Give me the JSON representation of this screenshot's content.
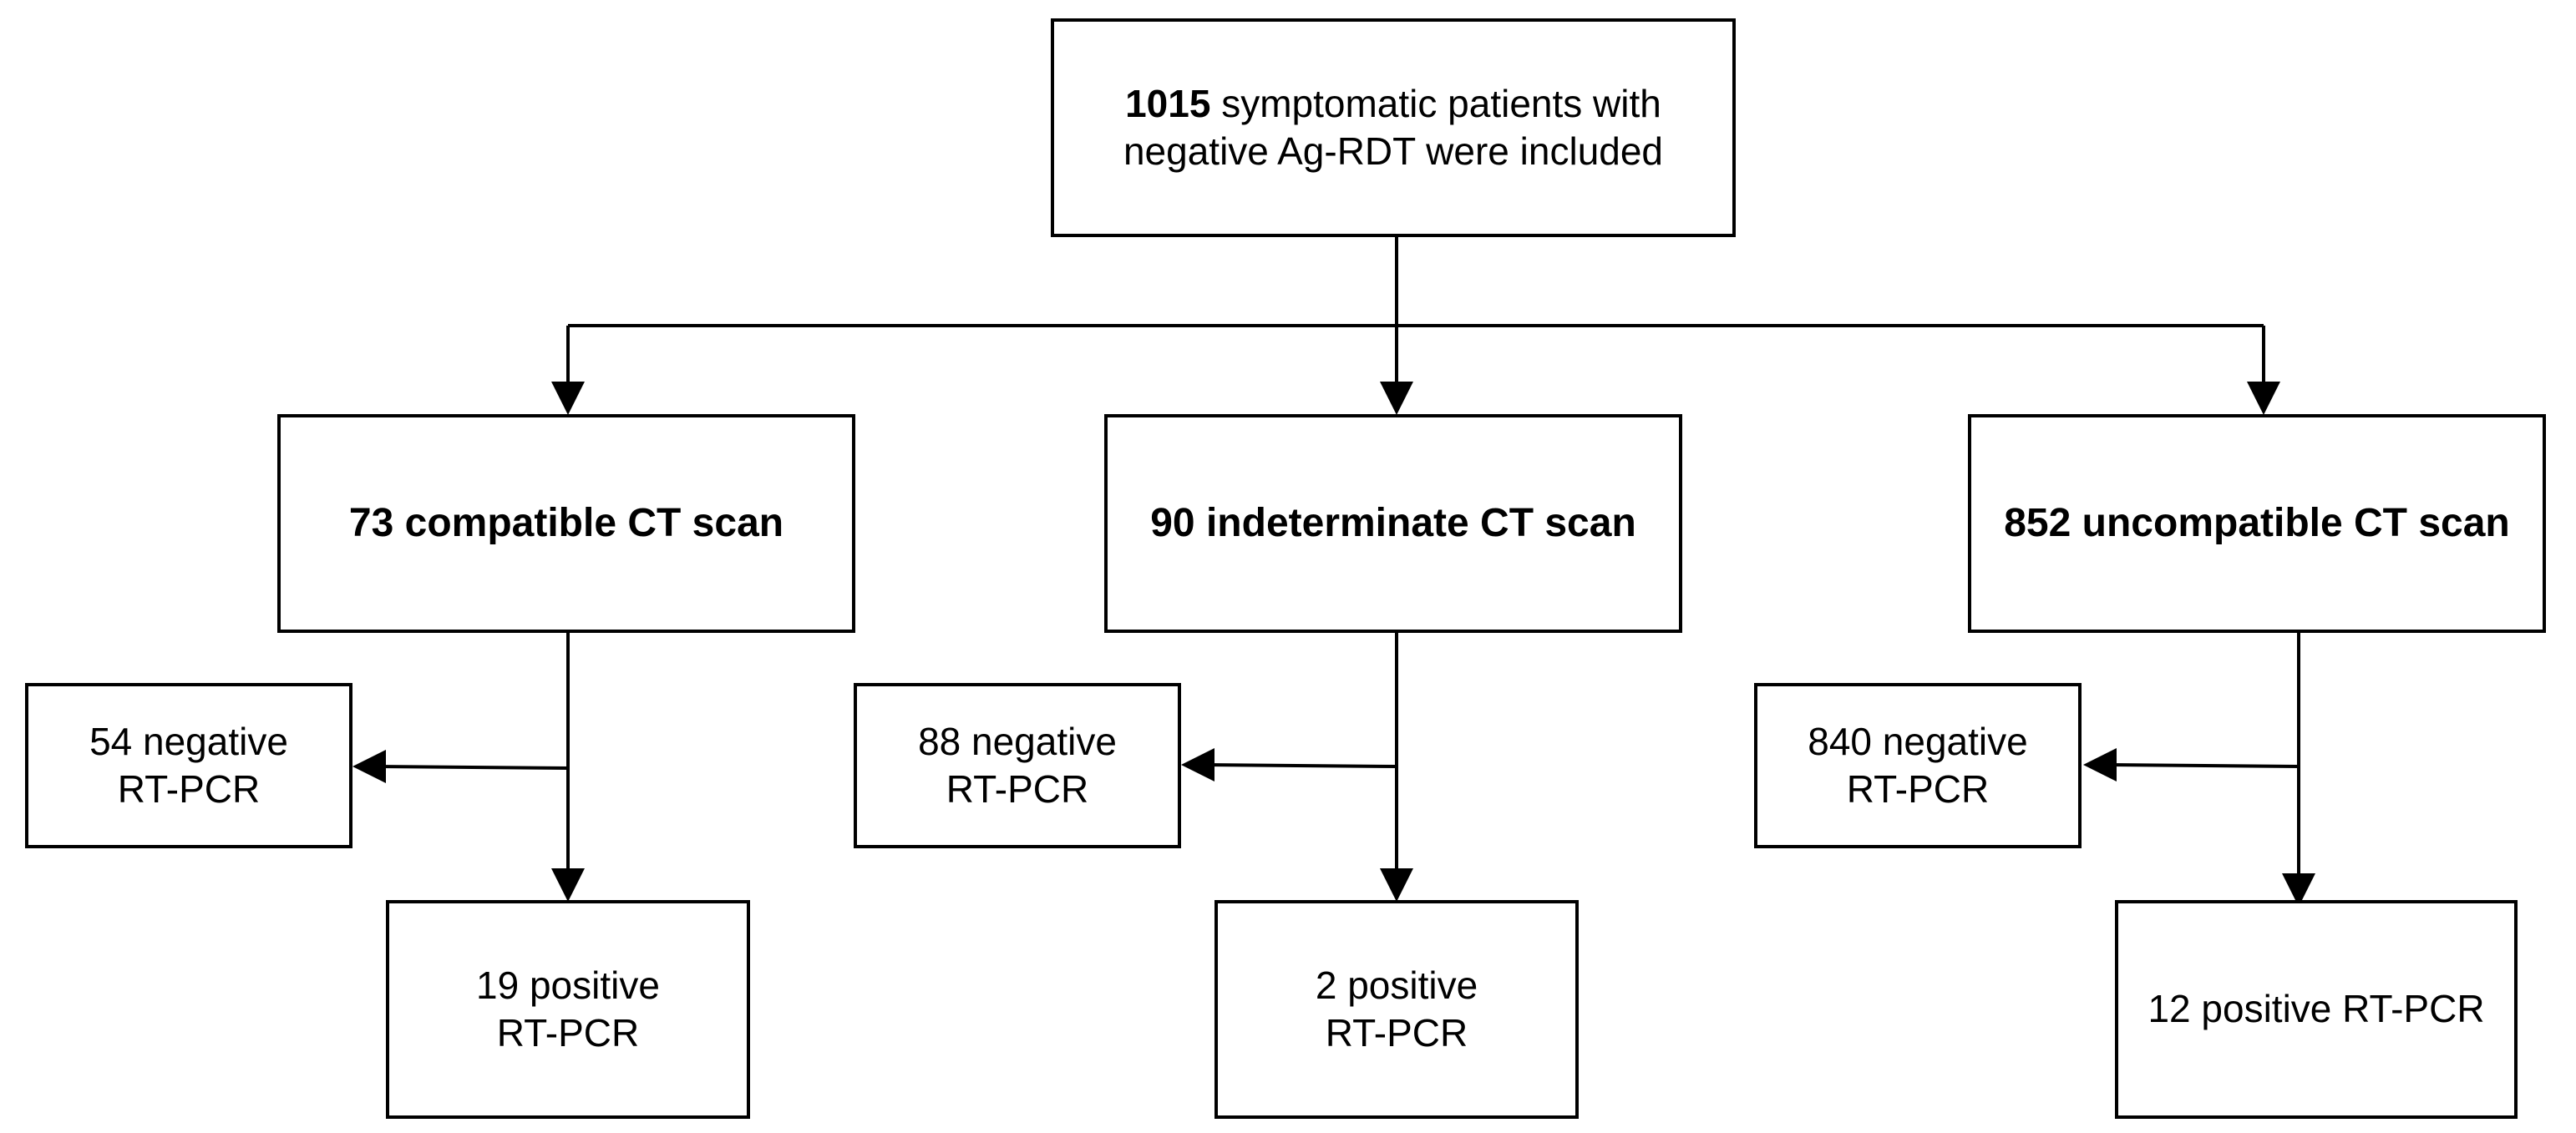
{
  "root": {
    "count": "1015",
    "text_line1": "symptomatic patients with",
    "text_line2": "negative Ag-RDT were included"
  },
  "groups": [
    {
      "label": "73 compatible CT scan",
      "negative": {
        "line1": "54 negative",
        "line2": "RT-PCR"
      },
      "positive": {
        "line1": "19 positive",
        "line2": "RT-PCR"
      }
    },
    {
      "label": "90 indeterminate CT scan",
      "negative": {
        "line1": "88 negative",
        "line2": "RT-PCR"
      },
      "positive": {
        "line1": "2 positive",
        "line2": "RT-PCR"
      }
    },
    {
      "label": "852 uncompatible CT scan",
      "negative": {
        "line1": "840 negative",
        "line2": "RT-PCR"
      },
      "positive": {
        "line1": "12 positive RT-PCR",
        "line2": ""
      }
    }
  ]
}
